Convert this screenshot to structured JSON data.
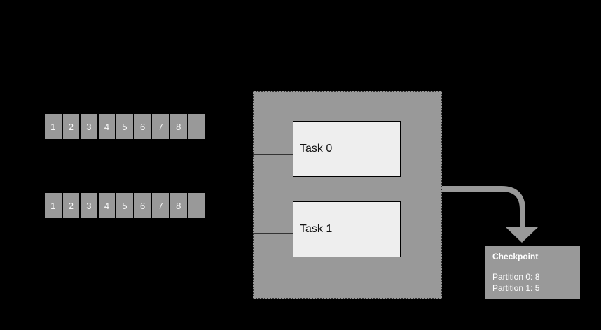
{
  "colors": {
    "background": "#000000",
    "panel_gray": "#999999",
    "task_fill": "#eeeeee",
    "task_border": "#000000",
    "dotted_border": "#333333",
    "connector": "#333333",
    "arrow": "#999999",
    "strip_text": "#fafafa",
    "task_text": "#111111",
    "checkpoint_text": "#ffffff"
  },
  "partitions": [
    {
      "cells": [
        "1",
        "2",
        "3",
        "4",
        "5",
        "6",
        "7",
        "8",
        ""
      ]
    },
    {
      "cells": [
        "1",
        "2",
        "3",
        "4",
        "5",
        "6",
        "7",
        "8",
        ""
      ]
    }
  ],
  "stage": {
    "tasks": [
      {
        "label": "Task 0"
      },
      {
        "label": "Task 1"
      }
    ]
  },
  "checkpoint": {
    "title": "Checkpoint",
    "entries": [
      "Partition 0: 8",
      "Partition 1: 5"
    ]
  }
}
